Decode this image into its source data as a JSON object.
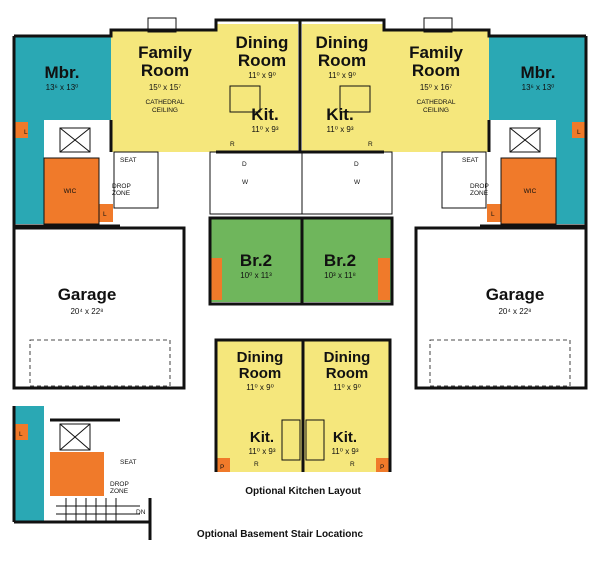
{
  "colors": {
    "bedroom": "#2aa8b4",
    "living": "#f5e77c",
    "green": "#6fb65c",
    "orange": "#f07a2a",
    "wall": "#111111"
  },
  "labels": {
    "mbr": "Mbr.",
    "mbr_dim": "13⁶ x 13⁰",
    "family_room_1": "Family",
    "family_room_2": "Room",
    "family_dim_left": "15⁰ x 15⁷",
    "family_dim_right": "15⁰ x 16⁷",
    "cathedral_1": "CATHEDRAL",
    "cathedral_2": "CEILING",
    "dining_1": "Dining",
    "dining_2": "Room",
    "dining_dim": "11⁰ x 9⁰",
    "kit": "Kit.",
    "kit_dim": "11⁰ x 9³",
    "br2": "Br.2",
    "br2_dim_left": "10⁰ x 11³",
    "br2_dim_right": "10³ x 11⁸",
    "garage": "Garage",
    "garage_dim": "20⁴ x 22⁸",
    "wic": "WIC",
    "seat": "SEAT",
    "drop_1": "DROP",
    "drop_2": "ZONE",
    "l": "L",
    "p": "P",
    "r": "R",
    "d": "D",
    "w": "W",
    "dn": "DN"
  },
  "captions": {
    "kitchen_layout": "Optional Kitchen Layout",
    "basement_stair": "Optional Basement Stair Locationc"
  }
}
